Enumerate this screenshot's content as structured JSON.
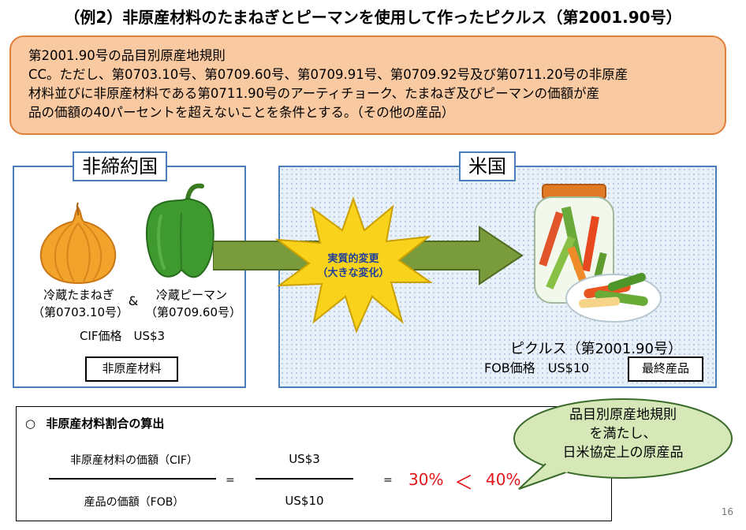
{
  "title": "（例2）非原産材料のたまねぎとピーマンを使用して作ったピクルス（第2001.90号）",
  "rule": {
    "heading": "第2001.90号の品目別原産地規則",
    "line1": "CC。ただし、第0703.10号、第0709.60号、第0709.91号、第0709.92号及び第0711.20号の非原産",
    "line2": "材料並びに非原産材料である第0711.90号のアーティチョーク、たまねぎ及びピーマンの価額が産",
    "line3": "品の価額の40パーセントを超えないことを条件とする。（その他の産品）"
  },
  "non_party": {
    "tag": "非締約国",
    "onion_label": "冷蔵たまねぎ",
    "onion_code": "（第0703.10号）",
    "amp": "&",
    "pepper_label": "冷蔵ピーマン",
    "pepper_code": "（第0709.60号）",
    "cif": "CIF価格　US$3",
    "material_box": "非原産材料"
  },
  "transform": {
    "line1": "実質的変更",
    "line2": "（大きな変化）"
  },
  "usa": {
    "tag": "米国",
    "product": "ピクルス（第2001.90号）",
    "fob": "FOB価格　US$10",
    "final_box": "最終産品"
  },
  "calc": {
    "heading": "非原産材料割合の算出",
    "bullet": "○",
    "num_label": "非原産材料の価額（CIF）",
    "den_label": "産品の価額（FOB）",
    "eq1": "=",
    "num_value": "US$3",
    "den_value": "US$10",
    "eq2": "=",
    "pct_a": "30%",
    "lt": "＜",
    "pct_b": "40%"
  },
  "bubble": {
    "line1": "品目別原産地規則",
    "line2": "を満たし、",
    "line3": "日米協定上の原産品"
  },
  "page_number": "16",
  "colors": {
    "rule_fill": "#f9c9a1",
    "rule_border": "#e07f3a",
    "panel_border": "#4a7ebb",
    "arrow_fill": "#7a9b3c",
    "burst_fill": "#f9d21b",
    "bubble_fill": "#d6e8b7",
    "bubble_border": "#3a6b2a",
    "accent_red": "#e3151a"
  }
}
